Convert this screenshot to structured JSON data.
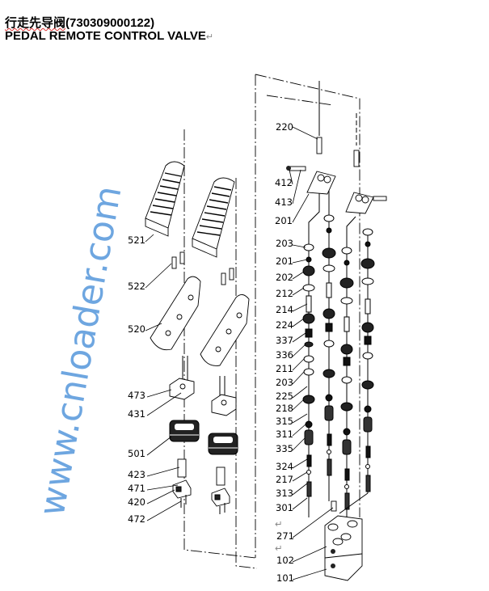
{
  "header": {
    "title_cn": "行走先导阀",
    "part_number": "(730309000122)",
    "title_en": "PEDAL REMOTE  CONTROL VALVE",
    "para_mark": "↵"
  },
  "watermark": "www.cnloader.com",
  "labels_left": [
    "521",
    "522",
    "520",
    "473",
    "431",
    "501",
    "423",
    "471",
    "420",
    "472"
  ],
  "labels_right": [
    "220",
    "412",
    "413",
    "201",
    "203",
    "201",
    "202",
    "212",
    "214",
    "224",
    "337",
    "336",
    "211",
    "203",
    "225",
    "218",
    "315",
    "311",
    "335",
    "324",
    "217",
    "313",
    "301",
    "271",
    "102",
    "101"
  ],
  "para_marks": [
    "↵",
    "↵"
  ]
}
